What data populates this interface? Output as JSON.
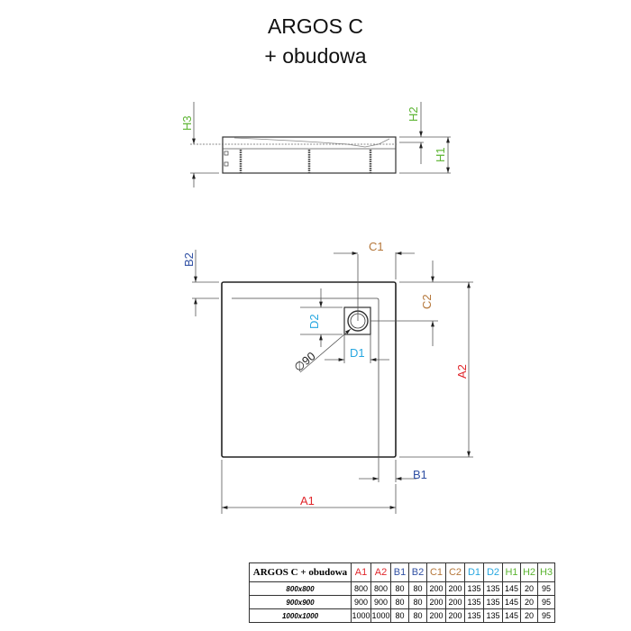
{
  "title": {
    "line1": "ARGOS C",
    "line2": "+ obudowa"
  },
  "colors": {
    "A": "#e0262b",
    "B": "#2f4fa3",
    "C": "#b5773a",
    "D": "#27a7e0",
    "H": "#5bb431"
  },
  "labels": {
    "H1": "H1",
    "H2": "H2",
    "H3": "H3",
    "A1": "A1",
    "A2": "A2",
    "B1": "B1",
    "B2": "B2",
    "C1": "C1",
    "C2": "C2",
    "D1": "D1",
    "D2": "D2",
    "drain": "∅90"
  },
  "table": {
    "headers": [
      "ARGOS C + obudowa",
      "A1",
      "A2",
      "B1",
      "B2",
      "C1",
      "C2",
      "D1",
      "D2",
      "H1",
      "H2",
      "H3"
    ],
    "rows": [
      [
        "800x800",
        "800",
        "800",
        "80",
        "80",
        "200",
        "200",
        "135",
        "135",
        "145",
        "20",
        "95"
      ],
      [
        "900x900",
        "900",
        "900",
        "80",
        "80",
        "200",
        "200",
        "135",
        "135",
        "145",
        "20",
        "95"
      ],
      [
        "1000x1000",
        "1000",
        "1000",
        "80",
        "80",
        "200",
        "200",
        "135",
        "135",
        "145",
        "20",
        "95"
      ]
    ]
  }
}
